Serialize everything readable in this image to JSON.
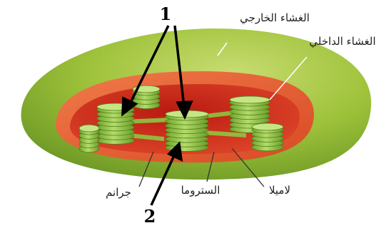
{
  "numbers": {
    "one": "1",
    "two": "2"
  },
  "labels": {
    "outer_membrane": "الغشاء الخارجي",
    "inner_membrane": "الغشاء الداخلي",
    "granum": "جرانم",
    "stroma": "الستروما",
    "lamella": "لاميلا"
  },
  "colors": {
    "outer_green": "#9ec23a",
    "inner_orange": "#e3552c",
    "stroma_red": "#c81e10",
    "thylakoid_green": "#8dc63f",
    "arrow": "#000000"
  }
}
